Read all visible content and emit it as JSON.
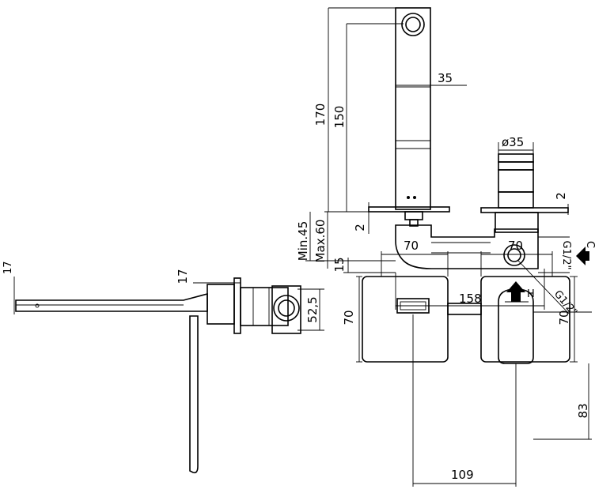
{
  "side_view": {
    "dim_total_height": "170",
    "dim_spout_height": "150",
    "dim_spout_width": "35",
    "dim_cartridge_diameter": "ø35",
    "dim_plate_thickness_right": "2",
    "dim_plate_thickness_left": "2",
    "dim_min_depth": "Min.45",
    "dim_max_depth": "Max.60",
    "dim_offset": "15",
    "dim_width": "158",
    "label_cold": "C",
    "label_hot": "H",
    "thread_right": "G1/2\"",
    "thread_bottom": "G1/2\""
  },
  "front_view": {
    "dim_top": "17",
    "dim_body": "52,5",
    "dim_edge": "17"
  },
  "plan_view": {
    "dim_plate_width_left": "70",
    "dim_plate_width_right": "70",
    "dim_plate_height_left": "70",
    "dim_plate_height_right": "70",
    "dim_handle_height": "83",
    "dim_spacing": "109"
  }
}
